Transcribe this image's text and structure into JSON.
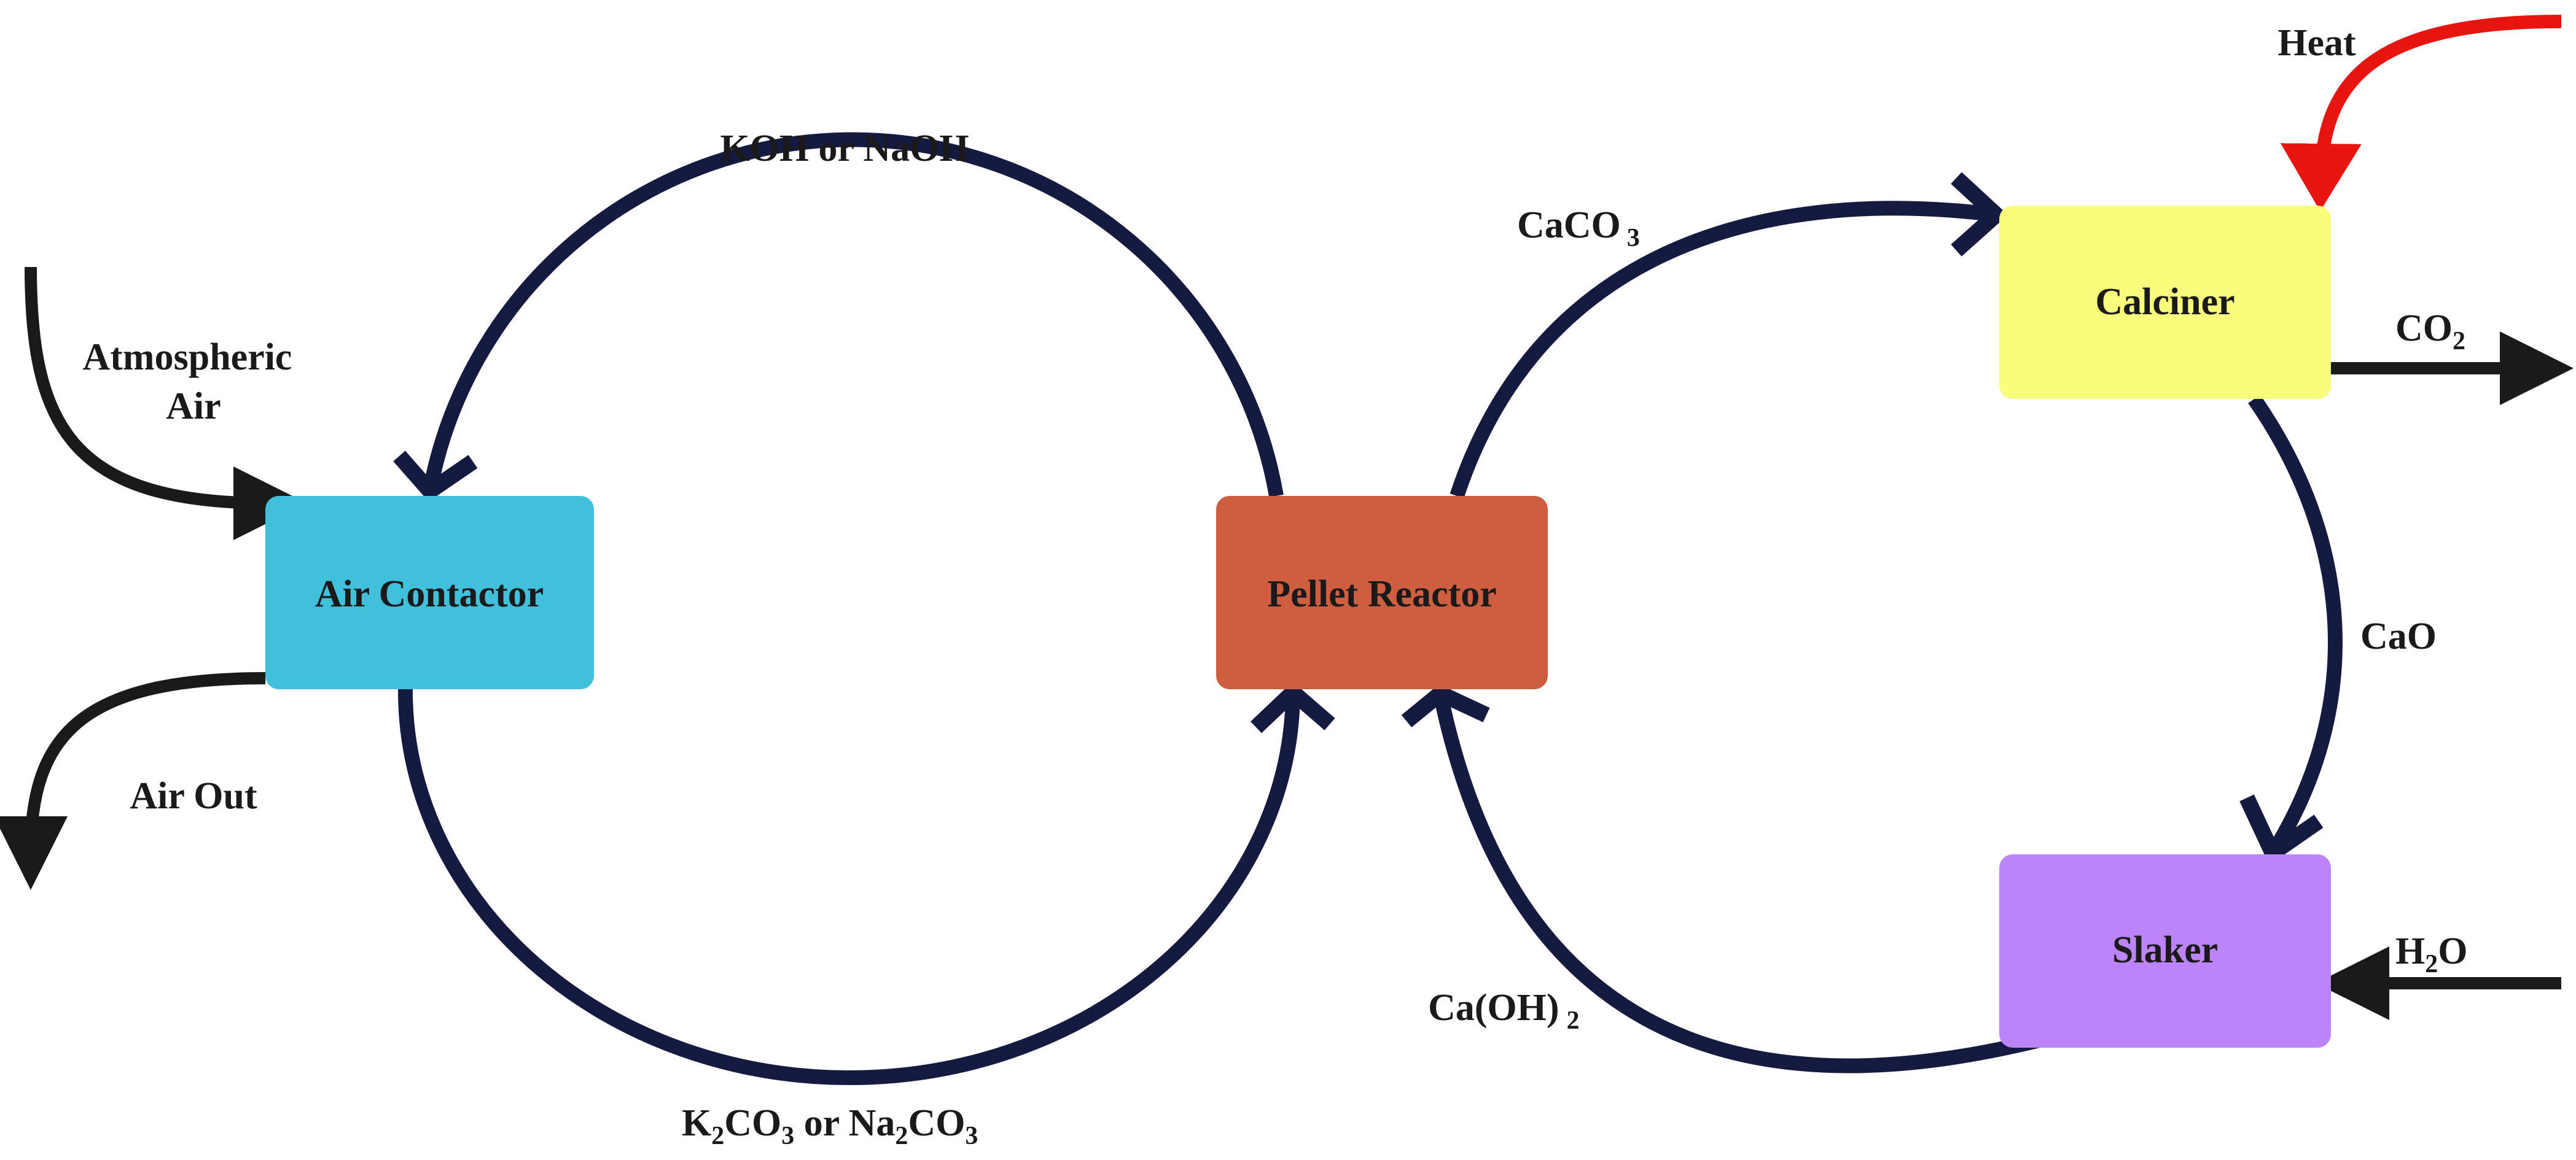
{
  "units": [
    {
      "id": "air_contactor",
      "label": "Air Contactor",
      "color": "#41C0DC"
    },
    {
      "id": "pellet_reactor",
      "label": "Pellet Reactor",
      "color": "#CF5E40"
    },
    {
      "id": "calciner",
      "label": "Calciner",
      "color": "#FAFC7C"
    },
    {
      "id": "slaker",
      "label": "Slaker",
      "color": "#BD84FA"
    }
  ],
  "streams": {
    "atmospheric_air": {
      "line1": "Atmospheric",
      "line2": "Air"
    },
    "air_out": "Air Out",
    "hydroxide": "KOH or NaOH",
    "carbonate": {
      "k": "K",
      "k_sub": "2",
      "co": "CO",
      "co_sub": "3",
      "mid": " or Na",
      "na_sub": "2",
      "co2": "CO",
      "co2_sub": "3"
    },
    "caco3": {
      "text": "CaCO",
      "sub": "3"
    },
    "heat": "Heat",
    "co2": {
      "text": "CO",
      "sub": "2"
    },
    "cao": "CaO",
    "h2o": {
      "pre": "H",
      "sub": "2",
      "post": "O"
    },
    "caoh2": {
      "text": "Ca(OH)",
      "sub": "2"
    }
  },
  "colors": {
    "loop_line": "#141A40",
    "feed_line": "#1A1A1A",
    "heat_line": "#E8140F"
  }
}
